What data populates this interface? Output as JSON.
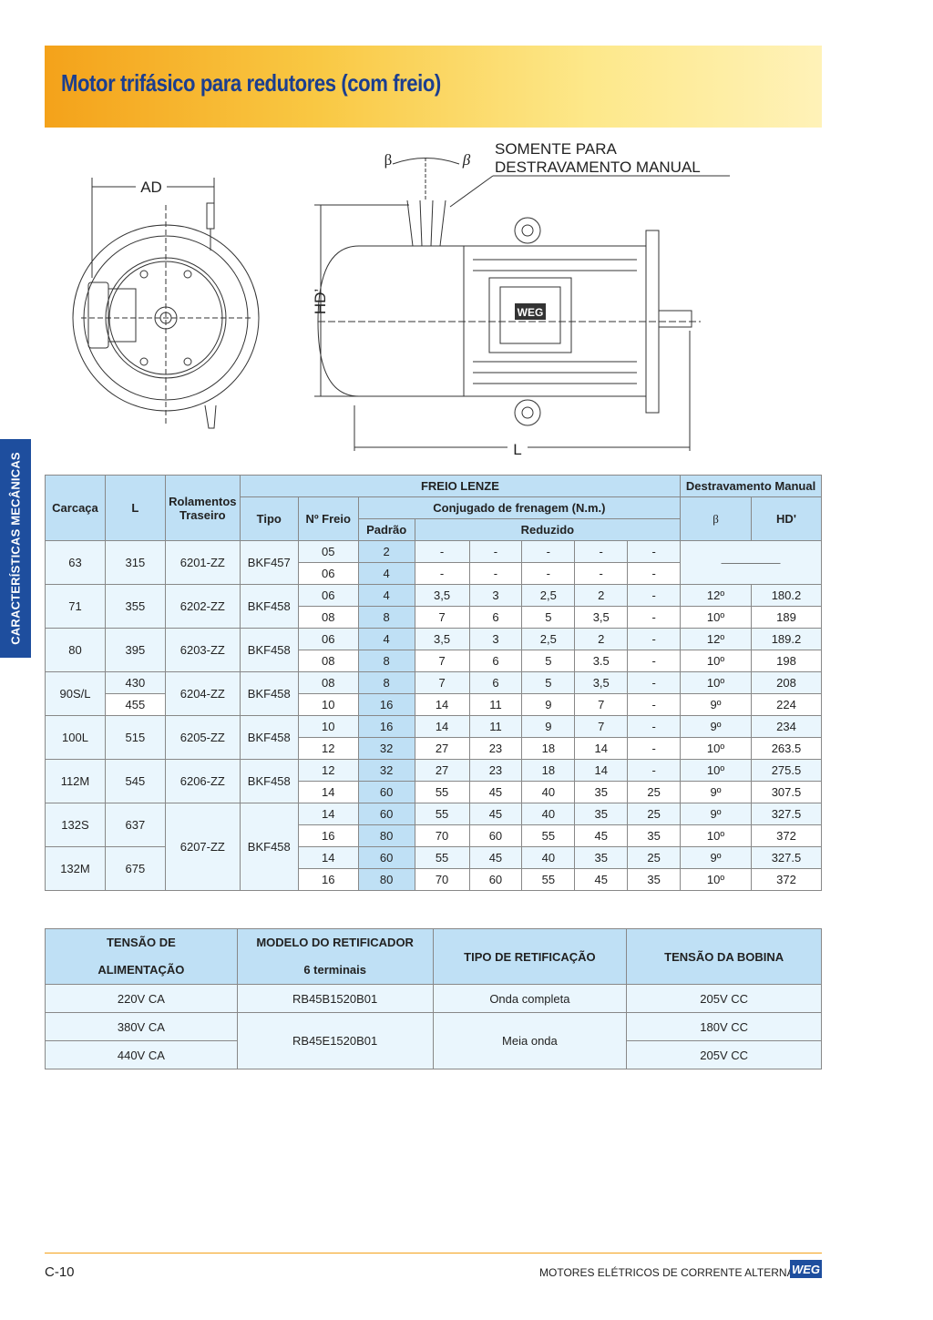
{
  "header": {
    "title": "Motor trifásico para redutores (com freio)"
  },
  "side_tab": "CARACTERÍSTICAS MECÂNICAS",
  "drawing": {
    "label_ad": "AD",
    "label_hd": "HD’",
    "label_l": "L",
    "beta": "β",
    "note_line1": "SOMENTE PARA",
    "note_line2": "DESTRAVAMENTO MANUAL",
    "nameplate": "WEG"
  },
  "table1": {
    "headers": {
      "carcaca": "Carcaça",
      "l": "L",
      "rolamentos": "Rolamentos Traseiro",
      "freio_lenze": "FREIO LENZE",
      "tipo": "Tipo",
      "n_freio": "Nº Freio",
      "conjugado": "Conjugado de frenagem (N.m.)",
      "padrao": "Padrão",
      "reduzido": "Reduzido",
      "destravamento": "Destravamento Manual",
      "beta": "β",
      "hd": "HD'"
    },
    "empty_note": "—————",
    "rows": [
      {
        "nf": "05",
        "padrao": "2",
        "r": [
          "-",
          "-",
          "-",
          "-",
          "-"
        ]
      },
      {
        "nf": "06",
        "padrao": "4",
        "r": [
          "-",
          "-",
          "-",
          "-",
          "-"
        ]
      },
      {
        "nf": "06",
        "padrao": "4",
        "r": [
          "3,5",
          "3",
          "2,5",
          "2",
          "-"
        ],
        "beta": "12º",
        "hd": "180.2"
      },
      {
        "nf": "08",
        "padrao": "8",
        "r": [
          "7",
          "6",
          "5",
          "3,5",
          "-"
        ],
        "beta": "10º",
        "hd": "189"
      },
      {
        "nf": "06",
        "padrao": "4",
        "r": [
          "3,5",
          "3",
          "2,5",
          "2",
          "-"
        ],
        "beta": "12º",
        "hd": "189.2"
      },
      {
        "nf": "08",
        "padrao": "8",
        "r": [
          "7",
          "6",
          "5",
          "3.5",
          "-"
        ],
        "beta": "10º",
        "hd": "198"
      },
      {
        "nf": "08",
        "padrao": "8",
        "r": [
          "7",
          "6",
          "5",
          "3,5",
          "-"
        ],
        "beta": "10º",
        "hd": "208"
      },
      {
        "nf": "10",
        "padrao": "16",
        "r": [
          "14",
          "11",
          "9",
          "7",
          "-"
        ],
        "beta": "9º",
        "hd": "224"
      },
      {
        "nf": "10",
        "padrao": "16",
        "r": [
          "14",
          "11",
          "9",
          "7",
          "-"
        ],
        "beta": "9º",
        "hd": "234"
      },
      {
        "nf": "12",
        "padrao": "32",
        "r": [
          "27",
          "23",
          "18",
          "14",
          "-"
        ],
        "beta": "10º",
        "hd": "263.5"
      },
      {
        "nf": "12",
        "padrao": "32",
        "r": [
          "27",
          "23",
          "18",
          "14",
          "-"
        ],
        "beta": "10º",
        "hd": "275.5"
      },
      {
        "nf": "14",
        "padrao": "60",
        "r": [
          "55",
          "45",
          "40",
          "35",
          "25"
        ],
        "beta": "9º",
        "hd": "307.5"
      },
      {
        "nf": "14",
        "padrao": "60",
        "r": [
          "55",
          "45",
          "40",
          "35",
          "25"
        ],
        "beta": "9º",
        "hd": "327.5"
      },
      {
        "nf": "16",
        "padrao": "80",
        "r": [
          "70",
          "60",
          "55",
          "45",
          "35"
        ],
        "beta": "10º",
        "hd": "372"
      },
      {
        "nf": "14",
        "padrao": "60",
        "r": [
          "55",
          "45",
          "40",
          "35",
          "25"
        ],
        "beta": "9º",
        "hd": "327.5"
      },
      {
        "nf": "16",
        "padrao": "80",
        "r": [
          "70",
          "60",
          "55",
          "45",
          "35"
        ],
        "beta": "10º",
        "hd": "372"
      }
    ],
    "groups": {
      "g63": {
        "carcaca": "63",
        "l": "315",
        "rol": "6201-ZZ",
        "tipo": "BKF457"
      },
      "g71": {
        "carcaca": "71",
        "l": "355",
        "rol": "6202-ZZ",
        "tipo": "BKF458"
      },
      "g80": {
        "carcaca": "80",
        "l": "395",
        "rol": "6203-ZZ",
        "tipo": "BKF458"
      },
      "g90": {
        "carcaca": "90S/L",
        "l1": "430",
        "l2": "455",
        "rol": "6204-ZZ",
        "tipo": "BKF458"
      },
      "g100": {
        "carcaca": "100L",
        "l": "515",
        "rol": "6205-ZZ",
        "tipo": "BKF458"
      },
      "g112": {
        "carcaca": "112M",
        "l": "545",
        "rol": "6206-ZZ",
        "tipo": "BKF458"
      },
      "g132": {
        "carcaca_s": "132S",
        "l_s": "637",
        "carcaca_m": "132M",
        "l_m": "675",
        "rol": "6207-ZZ",
        "tipo": "BKF458"
      }
    }
  },
  "table2": {
    "headers": {
      "tensao_l1": "TENSÃO DE",
      "tensao_l2": "ALIMENTAÇÃO",
      "modelo_l1": "MODELO DO RETIFICADOR",
      "modelo_l2": "6 terminais",
      "tipo": "TIPO DE RETIFICAÇÃO",
      "bobina": "TENSÃO DA BOBINA"
    },
    "rows": [
      {
        "tensao": "220V CA",
        "modelo": "RB45B1520B01",
        "tipo": "Onda completa",
        "bobina": "205V CC"
      },
      {
        "tensao": "380V CA",
        "modelo": "RB45E1520B01",
        "tipo": "Meia onda",
        "bobina": "180V CC"
      },
      {
        "tensao": "440V CA",
        "bobina": "205V CC"
      }
    ]
  },
  "footer": {
    "page": "C-10",
    "text": "MOTORES ELÉTRICOS DE CORRENTE ALTERNADA",
    "logo": "WEG"
  }
}
